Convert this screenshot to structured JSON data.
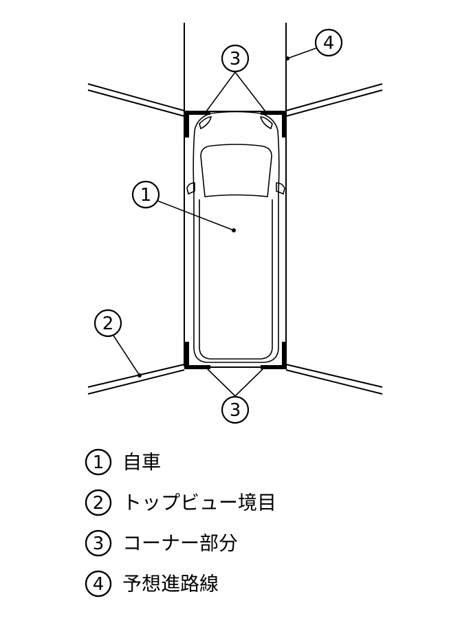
{
  "callouts": {
    "own_vehicle": "1",
    "top_view_boundary": "2",
    "corner_area_top": "3",
    "corner_area_bottom": "3",
    "predicted_path": "4"
  },
  "legend": [
    {
      "number": "1",
      "label": "自車"
    },
    {
      "number": "2",
      "label": "トップビュー境目"
    },
    {
      "number": "3",
      "label": "コーナー部分"
    },
    {
      "number": "4",
      "label": "予想進路線"
    }
  ]
}
